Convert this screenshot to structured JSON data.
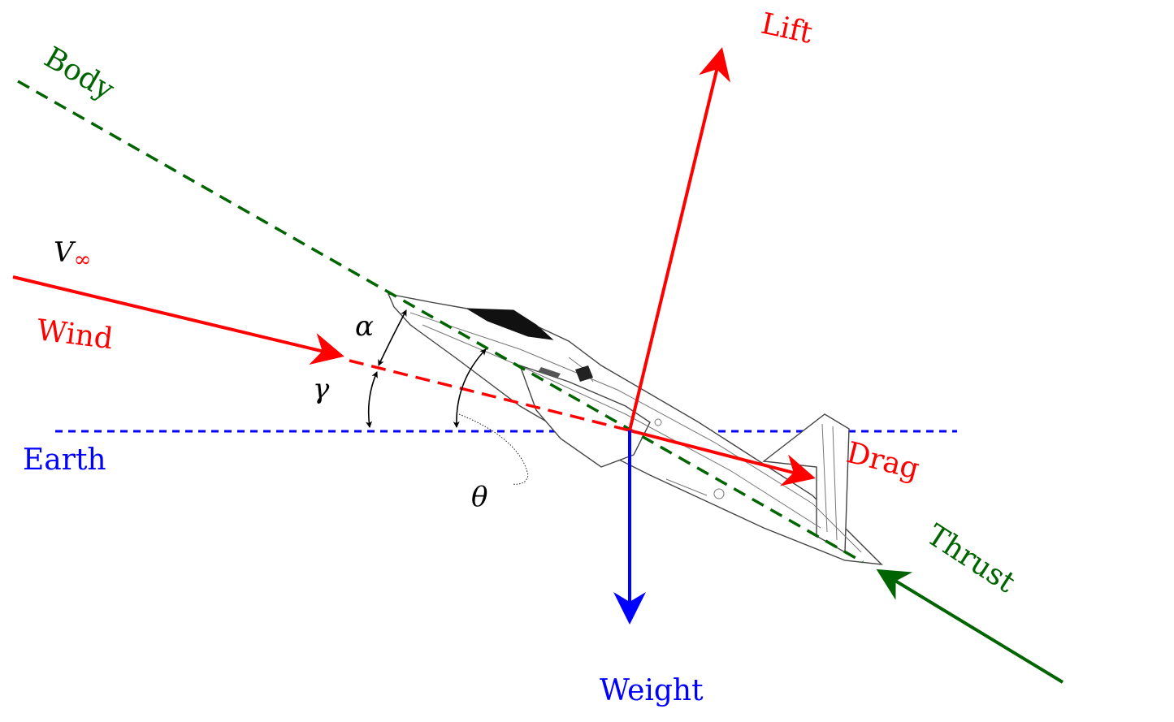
{
  "labels": {
    "body": "Body",
    "lift": "Lift",
    "v_inf_letter": "V",
    "v_inf_sub": "∞",
    "wind": "Wind",
    "drag": "Drag",
    "earth": "Earth",
    "weight": "Weight",
    "thrust": "Thrust",
    "alpha": "α",
    "gamma": "γ",
    "theta": "θ"
  },
  "colors": {
    "force_red": "#ff0000",
    "body_green": "#006400",
    "earth_blue": "#0000ff",
    "angle_black": "#000000"
  }
}
